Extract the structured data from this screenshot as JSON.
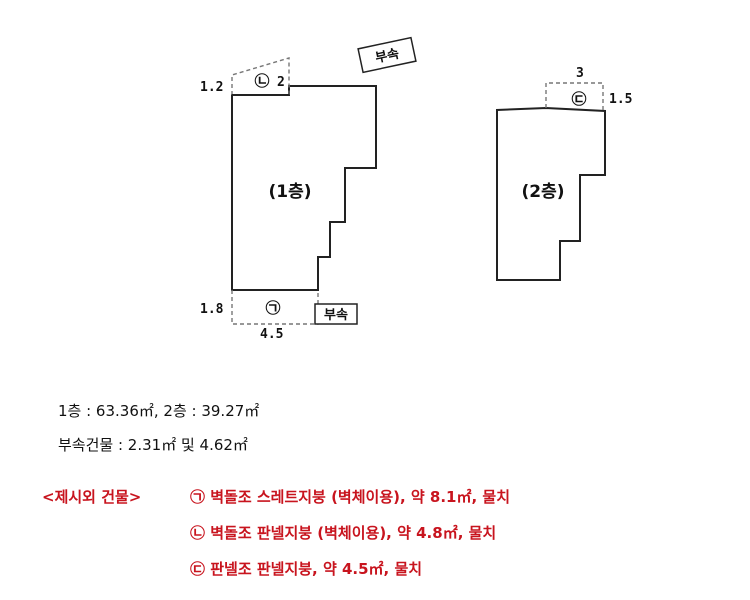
{
  "plan": {
    "floor1_label": "(1층)",
    "floor2_label": "(2층)",
    "annex_label": "부속",
    "mark_1": "㉠",
    "mark_2": "㉡",
    "mark_3": "㉢",
    "dim_1_2": "1.2",
    "dim_2": "2",
    "dim_1_8": "1.8",
    "dim_4_5": "4.5",
    "dim_3": "3",
    "dim_1_5": "1.5"
  },
  "areas": {
    "line1": "1층 : 63.36㎡, 2층 : 39.27㎡",
    "line2": "부속건물 : 2.31㎡ 및 4.62㎡"
  },
  "excluded": {
    "heading": "<제시외 건물>",
    "items": [
      "㉠ 벽돌조 스레트지붕 (벽체이용), 약 8.1㎡, 물치",
      "㉡ 벽돌조 판넬지붕 (벽체이용), 약 4.8㎡, 물치",
      "㉢ 판넬조 판넬지붕, 약 4.5㎡, 물치"
    ]
  }
}
